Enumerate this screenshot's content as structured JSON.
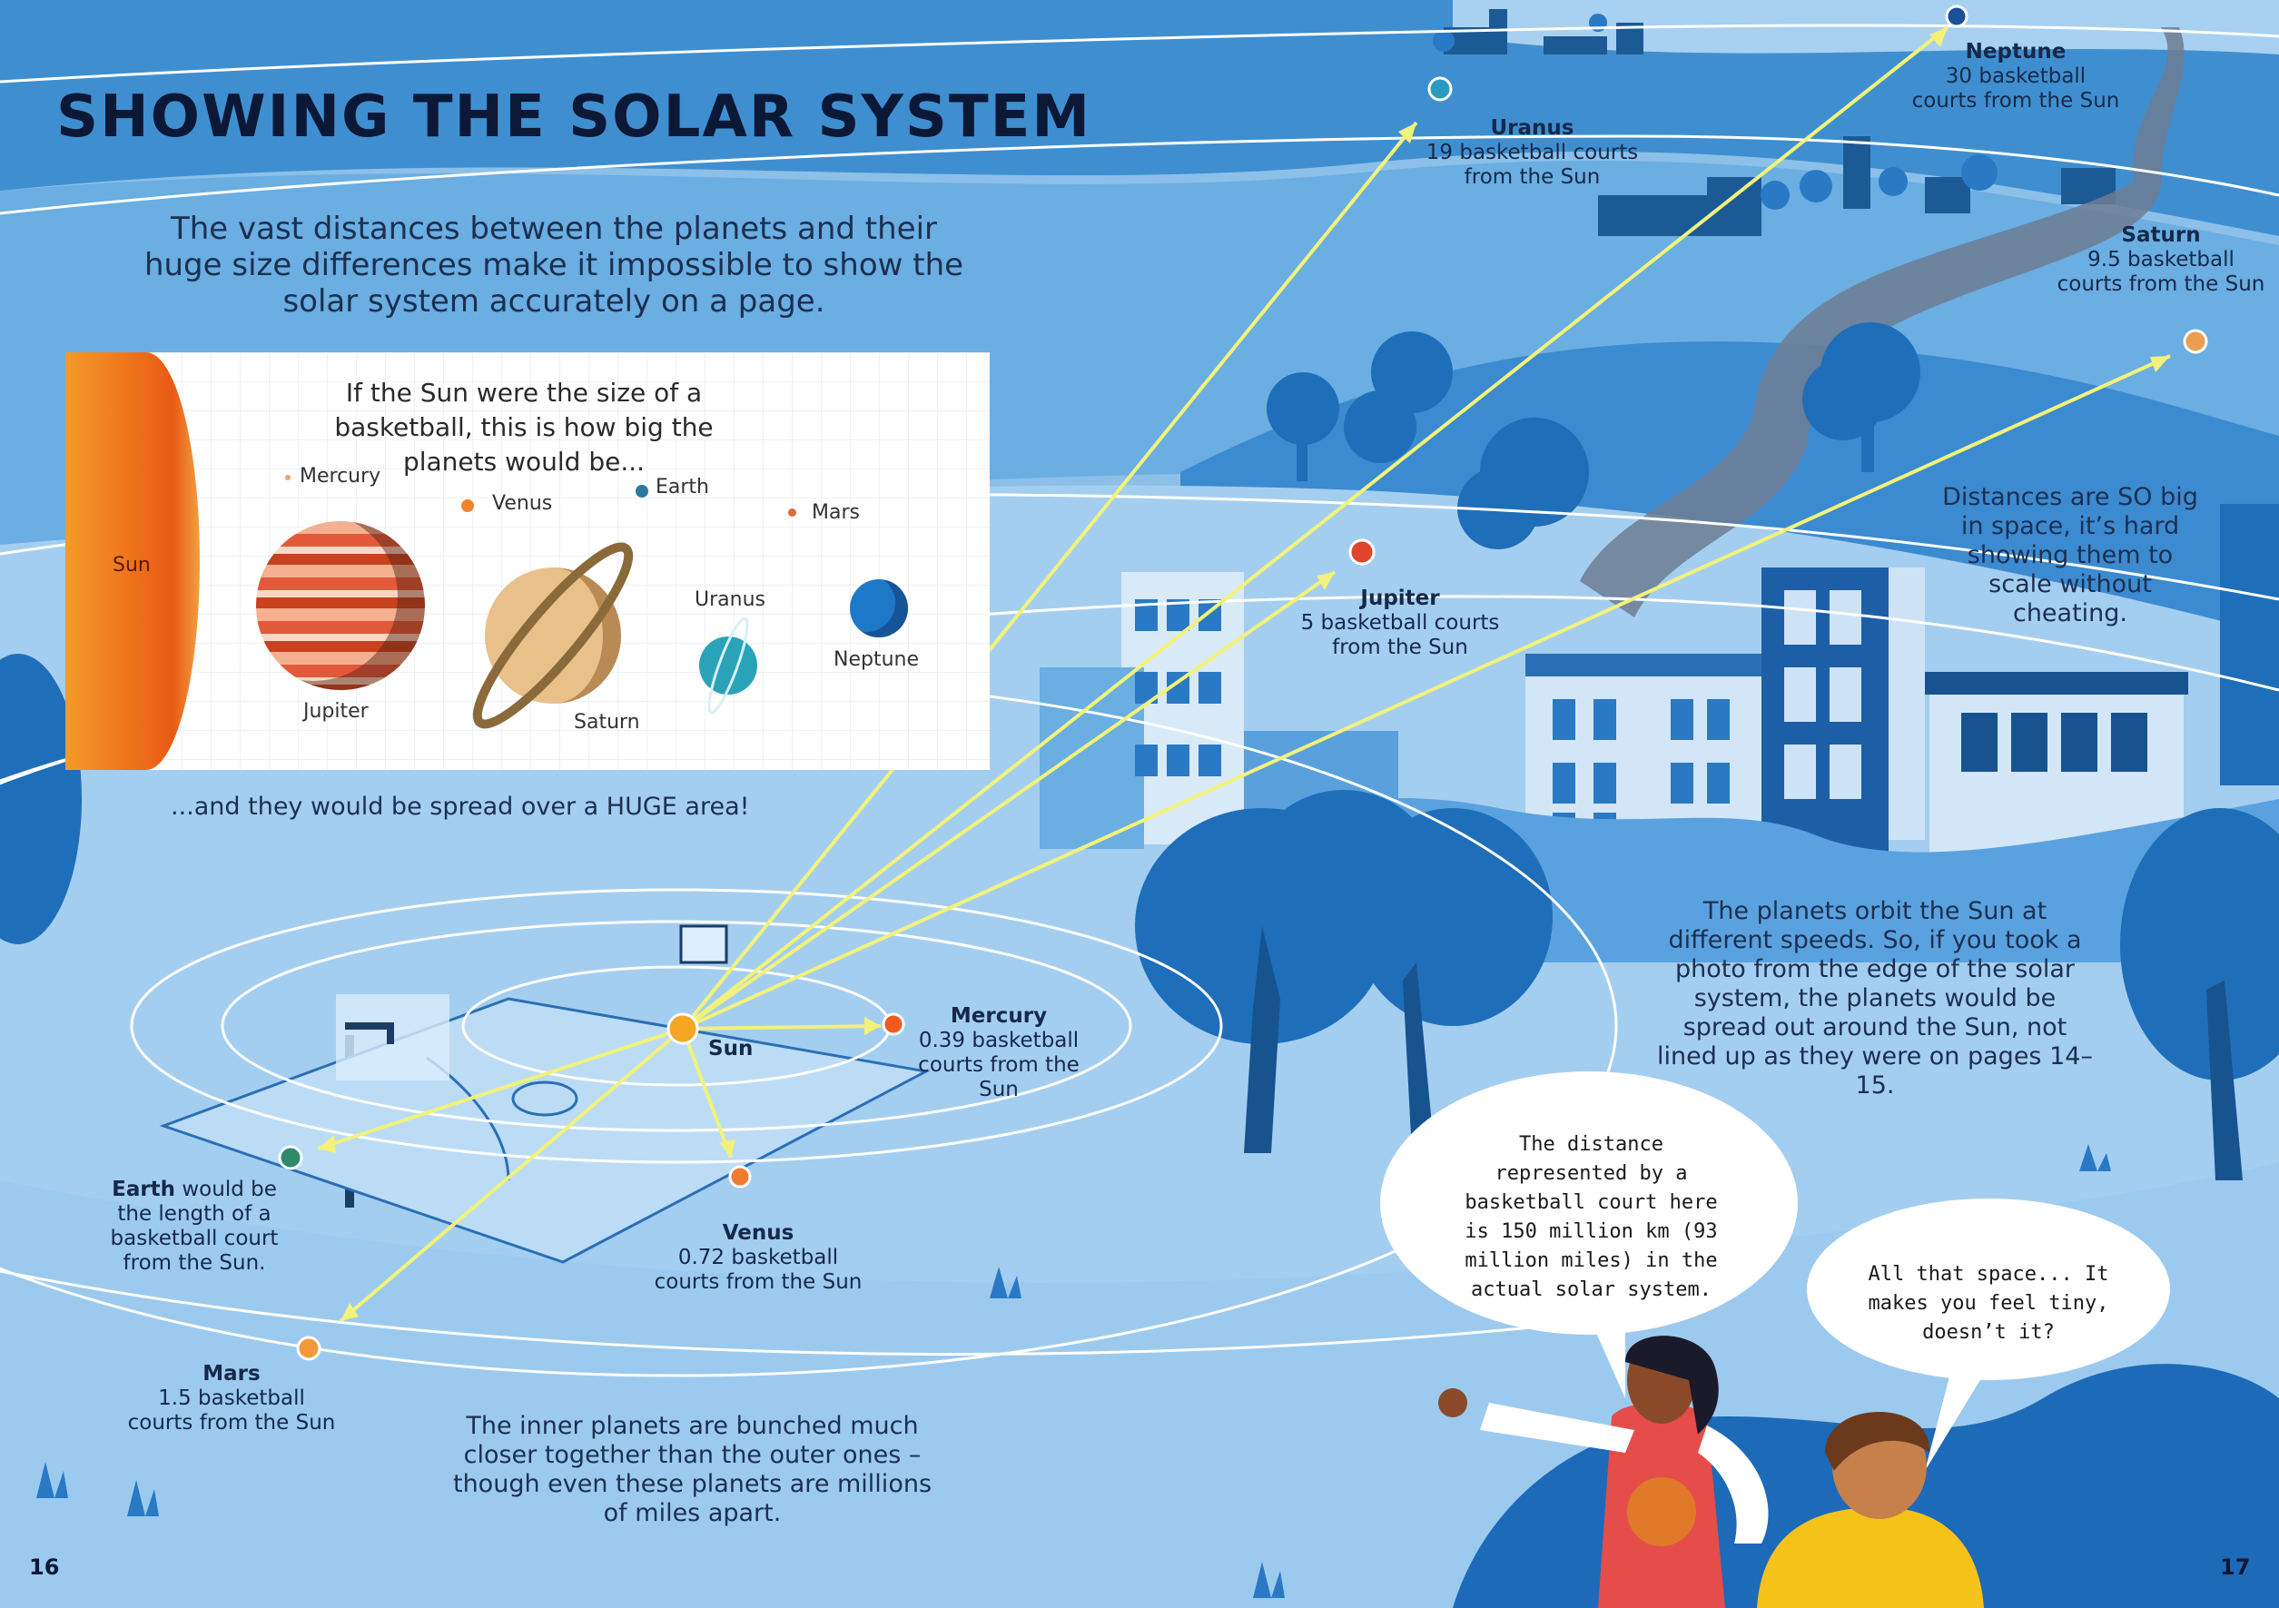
{
  "title": "SHOWING THE SOLAR SYSTEM",
  "intro": "The vast distances between the planets and their huge size differences make it impossible to show the solar system accurately on a page.",
  "panel": {
    "caption": "If the Sun were the size of a basketball, this is how big the planets would be...",
    "sun": "Sun",
    "planets": {
      "mercury": "Mercury",
      "venus": "Venus",
      "earth": "Earth",
      "mars": "Mars",
      "jupiter": "Jupiter",
      "saturn": "Saturn",
      "uranus": "Uranus",
      "neptune": "Neptune"
    }
  },
  "spread_caption": "...and they would be spread over a HUGE area!",
  "court": {
    "sun": "Sun",
    "mercury": {
      "name": "Mercury",
      "desc": "0.39 basketball courts from the Sun"
    },
    "venus": {
      "name": "Venus",
      "desc": "0.72 basketball courts from the Sun"
    },
    "earth": {
      "name": "Earth",
      "desc": "would be the length of a basketball court from the Sun."
    },
    "mars": {
      "name": "Mars",
      "desc": "1.5 basketball courts from the Sun"
    },
    "jupiter": {
      "name": "Jupiter",
      "desc": "5 basketball courts from the Sun"
    },
    "saturn": {
      "name": "Saturn",
      "desc": "9.5 basketball courts from the Sun"
    },
    "uranus": {
      "name": "Uranus",
      "desc": "19 basketball courts from the Sun"
    },
    "neptune": {
      "name": "Neptune",
      "desc": "30 basketball courts from the Sun"
    }
  },
  "notes": {
    "distances": "Distances are SO big in space, it’s hard showing them to scale without cheating.",
    "orbits": "The planets orbit the Sun at different speeds. So, if you took a photo from the edge of the solar system, the planets would be spread out around the Sun, not lined up as they were on pages 14–15.",
    "inner": "The inner planets are bunched much closer together than the outer ones – though even these planets are millions of miles apart."
  },
  "bubbles": {
    "girl": "The distance represented by a basketball court here is 150 million km (93 million miles) in the actual solar system.",
    "boy": "All that space... It makes you feel tiny, doesn’t it?"
  },
  "page_numbers": {
    "left": "16",
    "right": "17"
  },
  "colors": {
    "sky": "#8cc0e8",
    "hills": "#3f8fcf",
    "title": "#0b1836",
    "arrow": "#f2f27a",
    "orbit": "#ffffff"
  }
}
